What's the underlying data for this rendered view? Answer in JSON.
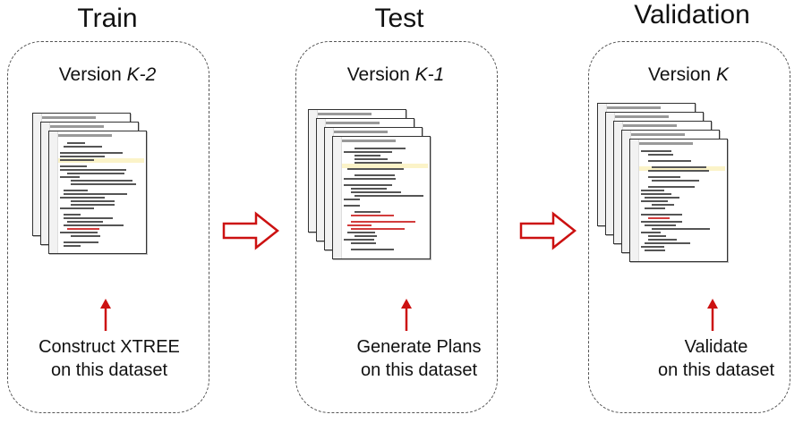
{
  "stages": [
    {
      "title": "Train",
      "version_prefix": "Version ",
      "version_var": "K-2",
      "caption_lines": [
        "Construct XTREE",
        "on this dataset"
      ]
    },
    {
      "title": "Test",
      "version_prefix": "Version ",
      "version_var": "K-1",
      "caption_lines": [
        "Generate Plans",
        "on this dataset"
      ]
    },
    {
      "title": "Validation",
      "version_prefix": "Version ",
      "version_var": "K",
      "caption_lines": [
        "Validate",
        "on this dataset"
      ]
    }
  ],
  "colors": {
    "arrow_red": "#cc1111",
    "panel_border": "#555555",
    "code_highlight": "#fbf3c8"
  },
  "icons": {
    "flow_arrow": "hollow-right-arrow-icon",
    "pointer_arrow": "red-up-arrow-icon",
    "document": "code-listing-stack"
  }
}
